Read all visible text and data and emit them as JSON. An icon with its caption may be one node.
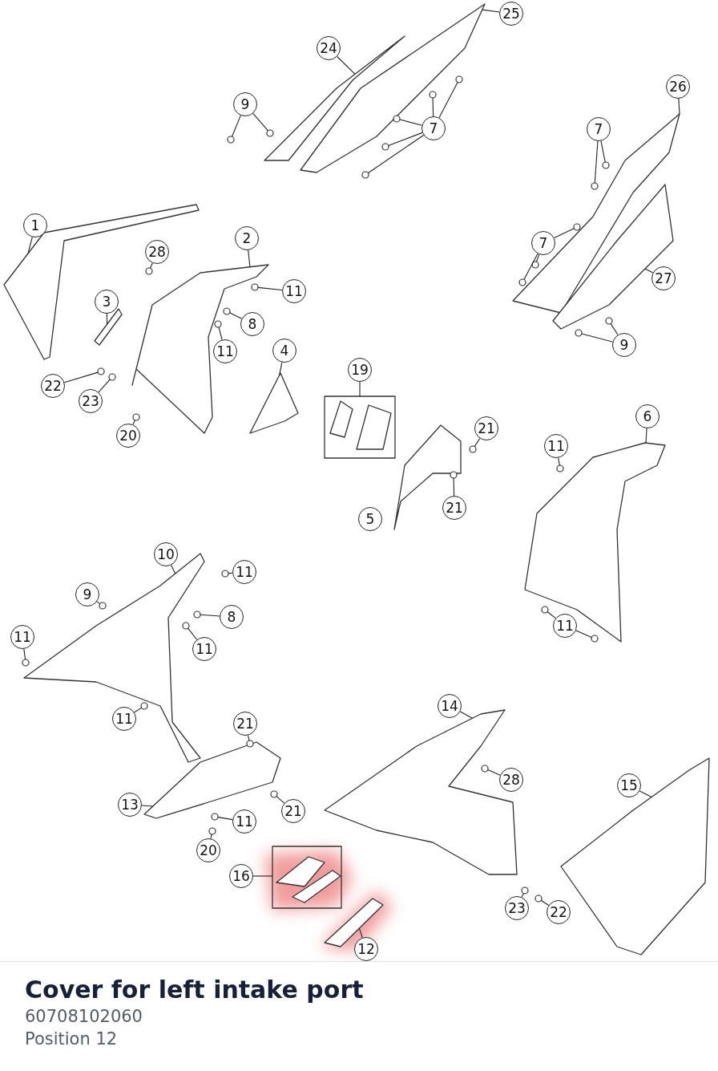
{
  "diagram": {
    "title": "Cover for left intake port",
    "nodes": [
      {
        "text": [
          "1"
        ]
      },
      {
        "text": [
          "24"
        ]
      },
      {
        "text": [
          "25"
        ]
      },
      {
        "text": [
          "9"
        ]
      },
      {
        "text": [
          "7"
        ]
      },
      {
        "text": [
          "26"
        ]
      },
      {
        "text": [
          "7"
        ]
      },
      {
        "text": [
          "7"
        ]
      },
      {
        "text": [
          "27"
        ]
      },
      {
        "text": [
          "9"
        ]
      },
      {
        "text": [
          "28"
        ]
      },
      {
        "text": [
          "2"
        ]
      },
      {
        "text": [
          "11"
        ]
      },
      {
        "text": [
          "3"
        ]
      },
      {
        "text": [
          "8"
        ]
      },
      {
        "text": [
          "11"
        ]
      },
      {
        "text": [
          "4"
        ]
      },
      {
        "text": [
          "22"
        ]
      },
      {
        "text": [
          "23"
        ]
      },
      {
        "text": [
          "20"
        ]
      },
      {
        "text": [
          "19"
        ]
      },
      {
        "text": [
          "21"
        ]
      },
      {
        "text": [
          "6"
        ]
      },
      {
        "text": [
          "11"
        ]
      },
      {
        "text": [
          "21"
        ]
      },
      {
        "text": [
          "5"
        ]
      },
      {
        "text": [
          "10"
        ]
      },
      {
        "text": [
          "11"
        ]
      },
      {
        "text": [
          "9"
        ]
      },
      {
        "text": [
          "8"
        ]
      },
      {
        "text": [
          "11"
        ]
      },
      {
        "text": [
          "11"
        ]
      },
      {
        "text": [
          "11"
        ]
      },
      {
        "text": [
          "11"
        ]
      },
      {
        "text": [
          "21"
        ]
      },
      {
        "text": [
          "14"
        ]
      },
      {
        "text": [
          "28"
        ]
      },
      {
        "text": [
          "13"
        ]
      },
      {
        "text": [
          "21"
        ]
      },
      {
        "text": [
          "11"
        ]
      },
      {
        "text": [
          "15"
        ]
      },
      {
        "text": [
          "20"
        ]
      },
      {
        "text": [
          "16"
        ]
      },
      {
        "text": [
          "23"
        ]
      },
      {
        "text": [
          "22"
        ]
      },
      {
        "text": [
          "12"
        ]
      },
      {
        "text": [],
        "shape": "picture"
      },
      {
        "text": [],
        "shape": "picture"
      },
      {
        "text": [],
        "shape": "picture"
      },
      {
        "text": [],
        "shape": "picture"
      },
      {
        "text": [],
        "shape": "picture"
      },
      {
        "text": [],
        "shape": "picture"
      },
      {
        "text": [],
        "shape": "picture"
      },
      {
        "text": [],
        "shape": "picture"
      },
      {
        "text": [],
        "shape": "picture"
      },
      {
        "text": [],
        "shape": "picture"
      },
      {
        "text": [],
        "shape": "picture"
      },
      {
        "text": [],
        "shape": "picture"
      },
      {
        "text": [],
        "shape": "picture"
      },
      {
        "text": [],
        "shape": "picture"
      },
      {
        "text": [],
        "shape": "box"
      },
      {
        "text": [],
        "shape": "picture",
        "in": 60
      },
      {
        "text": [],
        "shape": "picture",
        "in": 60
      },
      {
        "text": [],
        "shape": "box"
      },
      {
        "text": [],
        "shape": "picture",
        "in": 63
      },
      {
        "text": [],
        "shape": "picture",
        "in": 63
      },
      {
        "text": [],
        "shape": "picture"
      },
      {
        "text": [],
        "shape": "circle"
      },
      {
        "text": [],
        "shape": "circle"
      },
      {
        "text": [],
        "shape": "circle"
      },
      {
        "text": [],
        "shape": "circle"
      },
      {
        "text": [],
        "shape": "circle"
      },
      {
        "text": [],
        "shape": "circle"
      },
      {
        "text": [],
        "shape": "circle"
      },
      {
        "text": [],
        "shape": "circle"
      },
      {
        "text": [],
        "shape": "circle"
      },
      {
        "text": [],
        "shape": "circle"
      },
      {
        "text": [],
        "shape": "circle"
      },
      {
        "text": [],
        "shape": "circle"
      },
      {
        "text": [],
        "shape": "circle"
      },
      {
        "text": [],
        "shape": "circle"
      },
      {
        "text": [],
        "shape": "circle"
      },
      {
        "text": [],
        "shape": "circle"
      },
      {
        "text": [],
        "shape": "circle"
      },
      {
        "text": [],
        "shape": "circle"
      },
      {
        "text": [],
        "shape": "circle"
      },
      {
        "text": [],
        "shape": "circle"
      },
      {
        "text": [],
        "shape": "circle"
      },
      {
        "text": [],
        "shape": "circle"
      },
      {
        "text": [],
        "shape": "circle"
      },
      {
        "text": [],
        "shape": "circle"
      },
      {
        "text": [],
        "shape": "circle"
      },
      {
        "text": [],
        "shape": "circle"
      },
      {
        "text": [],
        "shape": "circle"
      },
      {
        "text": [],
        "shape": "circle"
      },
      {
        "text": [],
        "shape": "circle"
      },
      {
        "text": [],
        "shape": "circle"
      },
      {
        "text": [],
        "shape": "circle"
      },
      {
        "text": [],
        "shape": "circle"
      },
      {
        "text": [],
        "shape": "circle"
      },
      {
        "text": [],
        "shape": "circle"
      },
      {
        "text": [],
        "shape": "circle"
      },
      {
        "text": [],
        "shape": "circle"
      },
      {
        "text": [],
        "shape": "circle"
      },
      {
        "text": [],
        "shape": "circle"
      },
      {
        "text": [],
        "shape": "circle"
      }
    ],
    "edges": [
      {
        "from": 0,
        "to": 46,
        "arrow": "none"
      },
      {
        "from": 1,
        "to": 47,
        "arrow": "none"
      },
      {
        "from": 2,
        "to": 48,
        "arrow": "none"
      },
      {
        "from": 3,
        "to": 67,
        "arrow": "none"
      },
      {
        "from": 3,
        "to": 68,
        "arrow": "none"
      },
      {
        "from": 4,
        "to": 69,
        "arrow": "none"
      },
      {
        "from": 4,
        "to": 70,
        "arrow": "none"
      },
      {
        "from": 4,
        "to": 71,
        "arrow": "none"
      },
      {
        "from": 4,
        "to": 72,
        "arrow": "none"
      },
      {
        "from": 4,
        "to": 73,
        "arrow": "none"
      },
      {
        "from": 5,
        "to": 49,
        "arrow": "none"
      },
      {
        "from": 6,
        "to": 74,
        "arrow": "none"
      },
      {
        "from": 6,
        "to": 75,
        "arrow": "none"
      },
      {
        "from": 7,
        "to": 76,
        "arrow": "none"
      },
      {
        "from": 7,
        "to": 77,
        "arrow": "none"
      },
      {
        "from": 7,
        "to": 78,
        "arrow": "none"
      },
      {
        "from": 8,
        "to": 50,
        "arrow": "none"
      },
      {
        "from": 9,
        "to": 79,
        "arrow": "none"
      },
      {
        "from": 9,
        "to": 80,
        "arrow": "none"
      },
      {
        "from": 10,
        "to": 81,
        "arrow": "none"
      },
      {
        "from": 11,
        "to": 51,
        "arrow": "none"
      },
      {
        "from": 12,
        "to": 82,
        "arrow": "none"
      },
      {
        "from": 13,
        "to": 52,
        "arrow": "none"
      },
      {
        "from": 14,
        "to": 83,
        "arrow": "none"
      },
      {
        "from": 15,
        "to": 84,
        "arrow": "none"
      },
      {
        "from": 16,
        "to": 53,
        "arrow": "none"
      },
      {
        "from": 17,
        "to": 85,
        "arrow": "none"
      },
      {
        "from": 18,
        "to": 86,
        "arrow": "none"
      },
      {
        "from": 19,
        "to": 87,
        "arrow": "none"
      },
      {
        "from": 20,
        "to": 60,
        "arrow": "none"
      },
      {
        "from": 21,
        "to": 88,
        "arrow": "none"
      },
      {
        "from": 22,
        "to": 55,
        "arrow": "none"
      },
      {
        "from": 23,
        "to": 89,
        "arrow": "none"
      },
      {
        "from": 24,
        "to": 90,
        "arrow": "none"
      },
      {
        "from": 26,
        "to": 56,
        "arrow": "none"
      },
      {
        "from": 27,
        "to": 91,
        "arrow": "none"
      },
      {
        "from": 28,
        "to": 92,
        "arrow": "none"
      },
      {
        "from": 29,
        "to": 93,
        "arrow": "none"
      },
      {
        "from": 30,
        "to": 94,
        "arrow": "none"
      },
      {
        "from": 31,
        "to": 95,
        "arrow": "none"
      },
      {
        "from": 32,
        "to": 96,
        "arrow": "none"
      },
      {
        "from": 32,
        "to": 97,
        "arrow": "none"
      },
      {
        "from": 33,
        "to": 98,
        "arrow": "none"
      },
      {
        "from": 34,
        "to": 99,
        "arrow": "none"
      },
      {
        "from": 35,
        "to": 58,
        "arrow": "none"
      },
      {
        "from": 36,
        "to": 100,
        "arrow": "none"
      },
      {
        "from": 37,
        "to": 57,
        "arrow": "none"
      },
      {
        "from": 38,
        "to": 101,
        "arrow": "none"
      },
      {
        "from": 39,
        "to": 102,
        "arrow": "none"
      },
      {
        "from": 40,
        "to": 59,
        "arrow": "none"
      },
      {
        "from": 41,
        "to": 103,
        "arrow": "none"
      },
      {
        "from": 42,
        "to": 63,
        "arrow": "none"
      },
      {
        "from": 43,
        "to": 104,
        "arrow": "none"
      },
      {
        "from": 44,
        "to": 105,
        "arrow": "none"
      },
      {
        "from": 45,
        "to": 66,
        "arrow": "none"
      }
    ],
    "labels": [
      "60708102060",
      "Position 12"
    ]
  }
}
